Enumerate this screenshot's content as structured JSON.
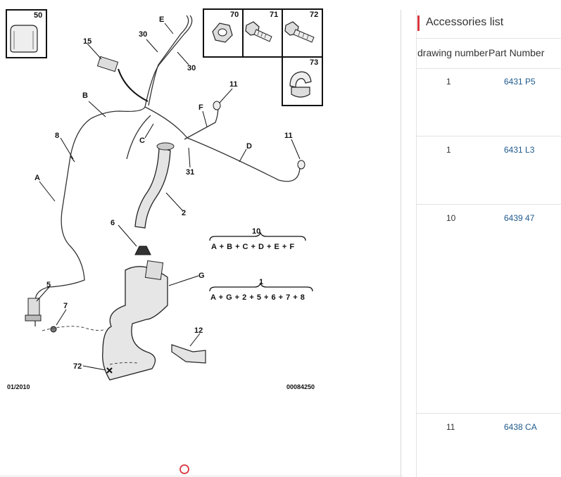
{
  "diagram": {
    "footer_left": "01/2010",
    "footer_right": "00084250",
    "inset_labels": [
      "50",
      "70",
      "71",
      "72",
      "73"
    ],
    "callouts": {
      "e": "E",
      "n30a": "30",
      "n30b": "30",
      "n15": "15",
      "b": "B",
      "n11a": "11",
      "f": "F",
      "c": "C",
      "n8": "8",
      "n11b": "11",
      "d": "D",
      "n31": "31",
      "a": "A",
      "n2": "2",
      "n6": "6",
      "n10": "10",
      "g": "G",
      "n1": "1",
      "n5": "5",
      "n7": "7",
      "n12": "12",
      "n72": "72"
    },
    "formula_10": "A + B + C + D + E + F",
    "formula_1": "A + G + 2 + 5 + 6 + 7 + 8"
  },
  "panel": {
    "title": "Accessories list",
    "col_drawing": "drawing number",
    "col_part": "Part Number",
    "rows": [
      {
        "drawing": "1",
        "part": "6431 P5"
      },
      {
        "drawing": "1",
        "part": "6431 L3"
      },
      {
        "drawing": "10",
        "part": "6439 47"
      },
      {
        "drawing": "11",
        "part": "6438 CA"
      }
    ]
  },
  "colors": {
    "accent": "#d9363e",
    "part_link": "#1f5a8c",
    "circle_marker": "#d9363e"
  }
}
